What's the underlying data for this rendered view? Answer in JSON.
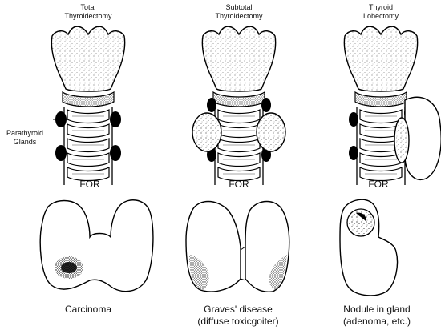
{
  "panels": [
    {
      "procedure_line1": "Total",
      "procedure_line2": "Thyroidectomy",
      "connector": "FOR",
      "condition_line1": "Carcinoma",
      "condition_line2": ""
    },
    {
      "procedure_line1": "Subtotal",
      "procedure_line2": "Thyroidectomy",
      "connector": "FOR",
      "condition_line1": "Graves' disease",
      "condition_line2": "(diffuse toxicgoiter)"
    },
    {
      "procedure_line1": "Thyroid",
      "procedure_line2": "Lobectomy",
      "connector": "FOR",
      "condition_line1": "Nodule in gland",
      "condition_line2": "(adenoma, etc.)"
    }
  ],
  "side_label": {
    "line1": "Parathyroid",
    "line2": "Glands"
  }
}
